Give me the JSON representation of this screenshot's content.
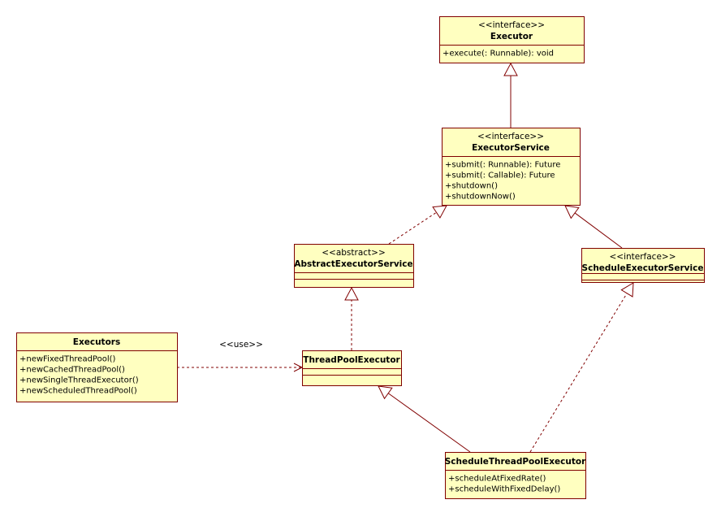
{
  "classes": {
    "executor": {
      "stereotype": "<<interface>>",
      "name": "Executor",
      "operations": [
        "+execute(: Runnable): void"
      ],
      "attributes": []
    },
    "executor_service": {
      "stereotype": "<<interface>>",
      "name": "ExecutorService",
      "operations": [
        "+submit(: Runnable): Future",
        "+submit(: Callable): Future",
        "+shutdown()",
        "+shutdownNow()"
      ],
      "attributes": []
    },
    "abstract_executor_service": {
      "stereotype": "<<abstract>>",
      "name": "AbstractExecutorService",
      "operations": [],
      "attributes": []
    },
    "schedule_executor_service": {
      "stereotype": "<<interface>>",
      "name": "ScheduleExecutorService",
      "operations": [],
      "attributes": []
    },
    "executors": {
      "stereotype": "",
      "name": "Executors",
      "operations": [
        "+newFixedThreadPool()",
        "+newCachedThreadPool()",
        "+newSingleThreadExecutor()",
        "+newScheduledThreadPool()"
      ],
      "attributes": []
    },
    "thread_pool_executor": {
      "stereotype": "",
      "name": "ThreadPoolExecutor",
      "operations": [],
      "attributes": []
    },
    "schedule_thread_pool_executor": {
      "stereotype": "",
      "name": "ScheduleThreadPoolExecutor",
      "operations": [
        "+scheduleAtFixedRate()",
        "+scheduleWithFixedDelay()"
      ],
      "attributes": []
    }
  },
  "relations": [
    {
      "id": "executorservice-extends-executor",
      "kind": "generalization",
      "from": "executor_service",
      "to": "executor",
      "label": ""
    },
    {
      "id": "abstract-implements-executorservice",
      "kind": "realization",
      "from": "abstract_executor_service",
      "to": "executor_service",
      "label": ""
    },
    {
      "id": "schedule-service-extends-executorservice",
      "kind": "generalization",
      "from": "schedule_executor_service",
      "to": "executor_service",
      "label": ""
    },
    {
      "id": "tpe-extends-abstract",
      "kind": "realization",
      "from": "thread_pool_executor",
      "to": "abstract_executor_service",
      "label": ""
    },
    {
      "id": "stpe-extends-tpe",
      "kind": "generalization",
      "from": "schedule_thread_pool_executor",
      "to": "thread_pool_executor",
      "label": ""
    },
    {
      "id": "stpe-implements-schedule-service",
      "kind": "realization",
      "from": "schedule_thread_pool_executor",
      "to": "schedule_executor_service",
      "label": ""
    },
    {
      "id": "executors-uses-tpe",
      "kind": "dependency",
      "from": "executors",
      "to": "thread_pool_executor",
      "label": "<<use>>"
    }
  ],
  "colors": {
    "box_fill": "#ffffc0",
    "box_border": "#800000",
    "line": "#800000"
  }
}
